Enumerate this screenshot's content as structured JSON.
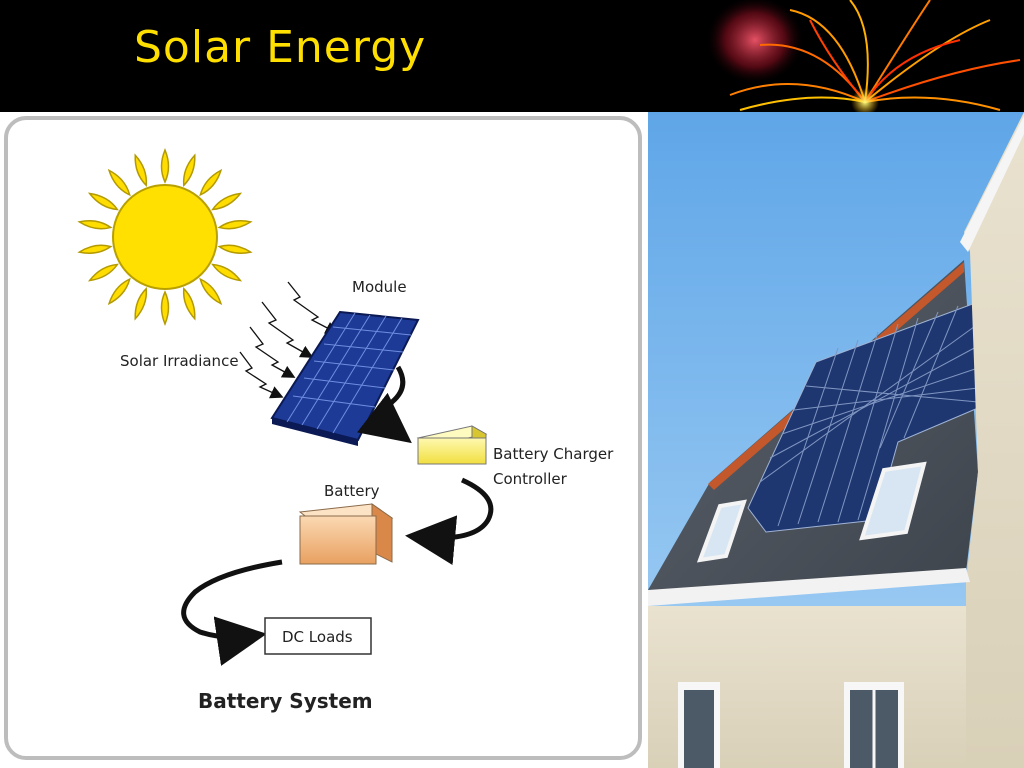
{
  "slide": {
    "title": "Solar Energy"
  },
  "diagram": {
    "labels": {
      "module": "Module",
      "solar_irradiance": "Solar Irradiance",
      "charger_line1": "Battery Charger",
      "charger_line2": "Controller",
      "battery": "Battery",
      "dc_loads": "DC Loads",
      "caption": "Battery System"
    },
    "colors": {
      "sun": "#ffe000",
      "sun_outline": "#b8a000",
      "panel": "#1f3f9e",
      "charger": "#fff27a",
      "battery": "#f5c28c"
    }
  },
  "photo": {
    "subject": "house-roof-solar-panels"
  }
}
